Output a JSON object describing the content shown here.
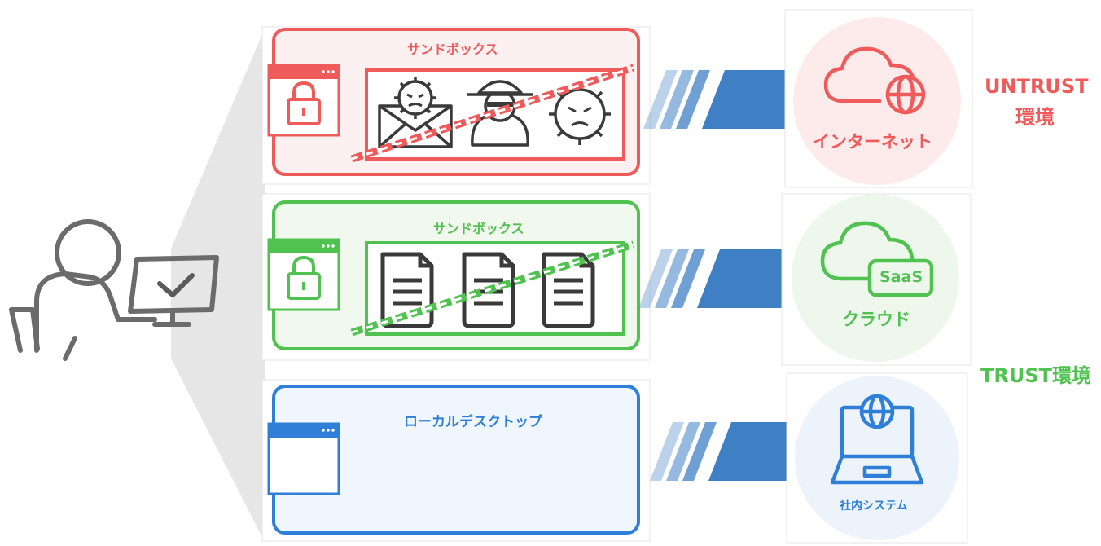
{
  "rows": [
    {
      "id": "untrust",
      "title": "サンドボックス",
      "endpoint": "インターネット",
      "color": "#ef5b5b",
      "bg": "#fdf0f0",
      "circle": "#fdeaea"
    },
    {
      "id": "trust",
      "title": "サンドボックス",
      "endpoint": "クラウド",
      "badge": "SaaS",
      "color": "#4fc24f",
      "bg": "#f1f9ef",
      "circle": "#edf7ec"
    },
    {
      "id": "local",
      "title": "ローカルデスクトップ",
      "endpoint": "社内システム",
      "color": "#2f7fd9",
      "bg": "#f0f6fd",
      "circle": "#ecf3fb"
    }
  ],
  "zones": {
    "untrust_line1": "UNTRUST",
    "untrust_line2": "環境",
    "trust": "TRUST環境"
  },
  "icons": [
    "user-at-computer-icon",
    "browser-lock-icon",
    "malware-mail-icon",
    "hacker-icon",
    "virus-icon",
    "document-icon",
    "chain-icon",
    "cloud-globe-icon",
    "cloud-saas-icon",
    "laptop-globe-icon",
    "browser-window-icon"
  ]
}
